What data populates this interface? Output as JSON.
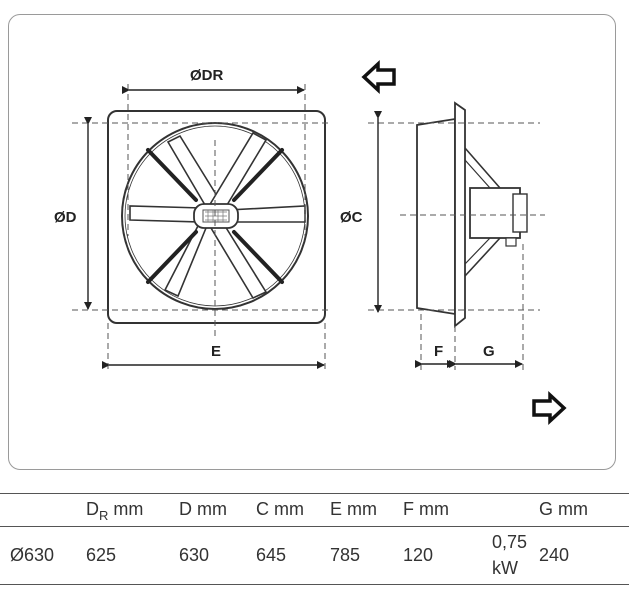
{
  "diagram": {
    "labels": {
      "dr": "ØDR",
      "d": "ØD",
      "c": "ØC",
      "e": "E",
      "f": "F",
      "g": "G"
    }
  },
  "table": {
    "headers": {
      "dr_main": "D",
      "dr_sub": "R",
      "dr_unit": "mm",
      "d": "D mm",
      "c": "C mm",
      "e": "E mm",
      "f": "F mm",
      "g": "G mm"
    },
    "row": {
      "model": "Ø630",
      "dr": "625",
      "d": "630",
      "c": "645",
      "e": "785",
      "f": "120",
      "power_value": "0,75",
      "power_unit": "kW",
      "g": "240"
    }
  }
}
